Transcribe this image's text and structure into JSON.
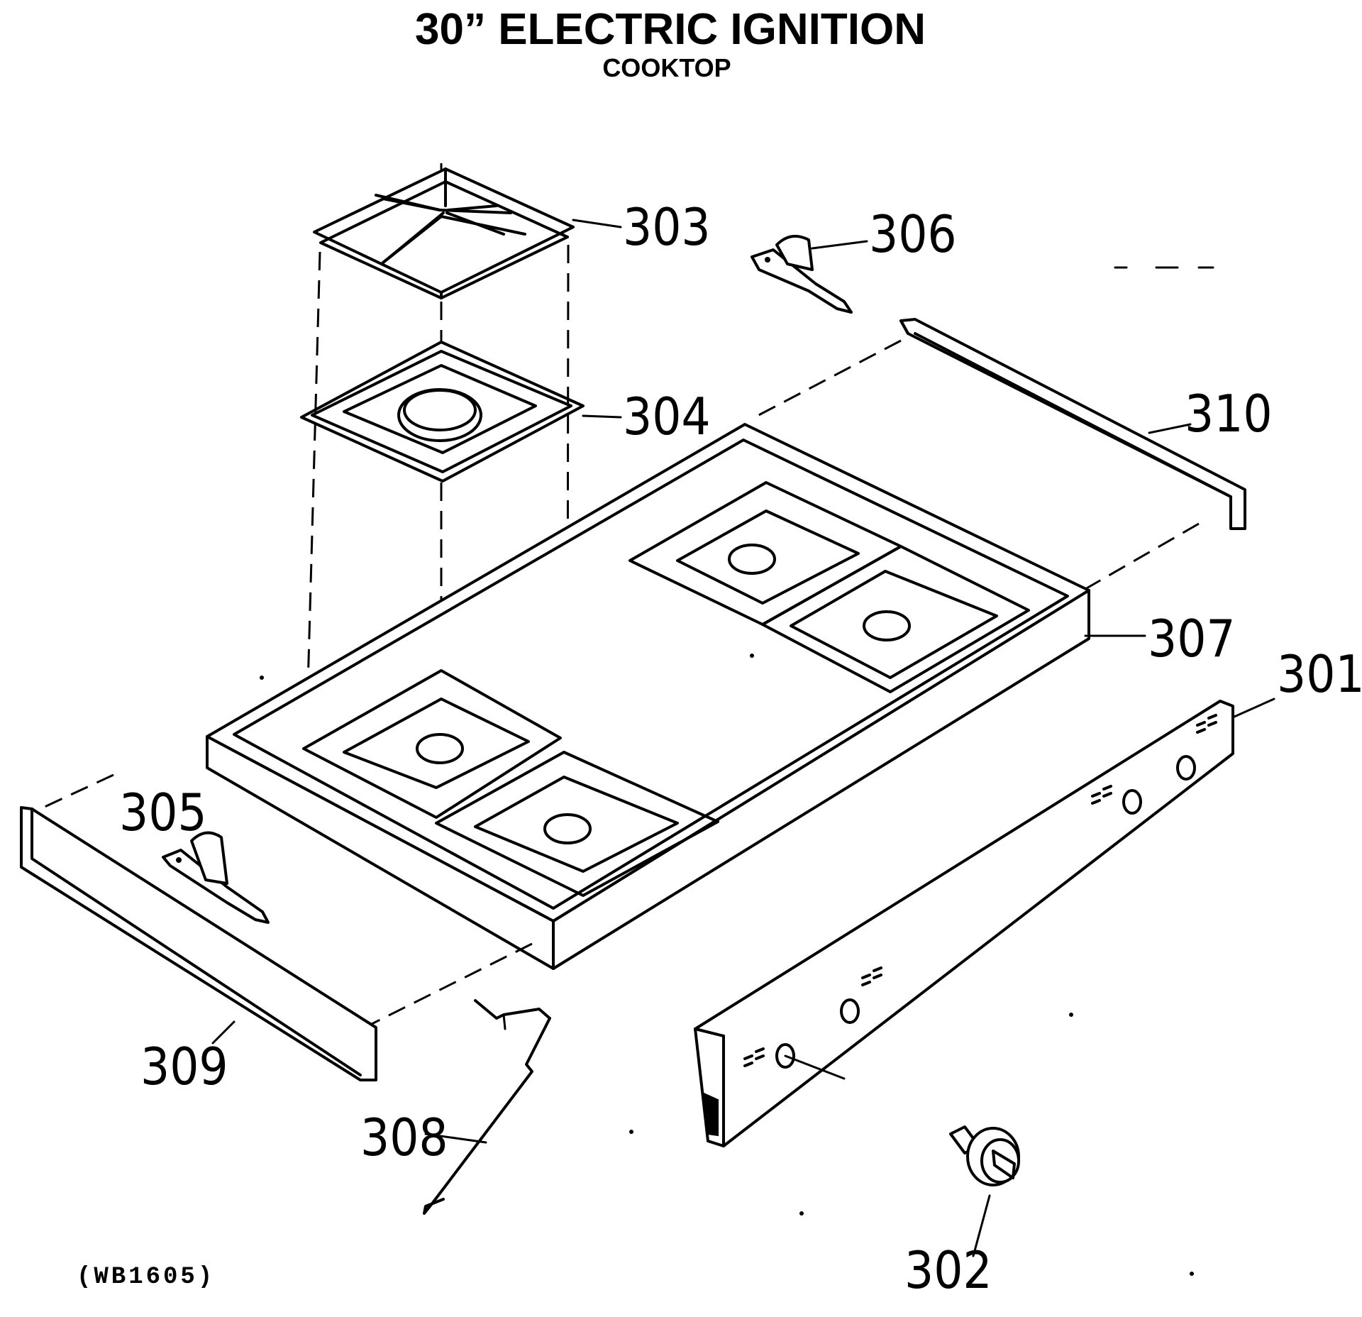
{
  "diagram": {
    "title": "30” ELECTRIC IGNITION",
    "subtitle": "COOKTOP",
    "model_code": "(WB1605)",
    "parts": [
      {
        "id": "301",
        "label": "301"
      },
      {
        "id": "302",
        "label": "302"
      },
      {
        "id": "303",
        "label": "303"
      },
      {
        "id": "304",
        "label": "304"
      },
      {
        "id": "305",
        "label": "305"
      },
      {
        "id": "306",
        "label": "306"
      },
      {
        "id": "307",
        "label": "307"
      },
      {
        "id": "308",
        "label": "308"
      },
      {
        "id": "309",
        "label": "309"
      },
      {
        "id": "310",
        "label": "310"
      }
    ]
  }
}
